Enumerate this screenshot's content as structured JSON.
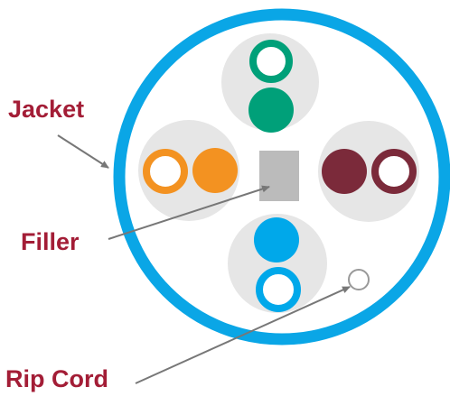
{
  "labels": {
    "jacket": "l Jacket",
    "filler": "Filler",
    "rip_cord": "Rip Cord"
  },
  "colors": {
    "jacket": "#0aa6e6",
    "pair_background": "#e6e6e6",
    "green": "#00a079",
    "orange": "#f39221",
    "brown": "#7b2a3a",
    "blue": "#00a8ea",
    "filler": "#bbbbbb",
    "rip_cord": "#999999",
    "leader_line": "#777777",
    "label_text": "#a31d36"
  }
}
